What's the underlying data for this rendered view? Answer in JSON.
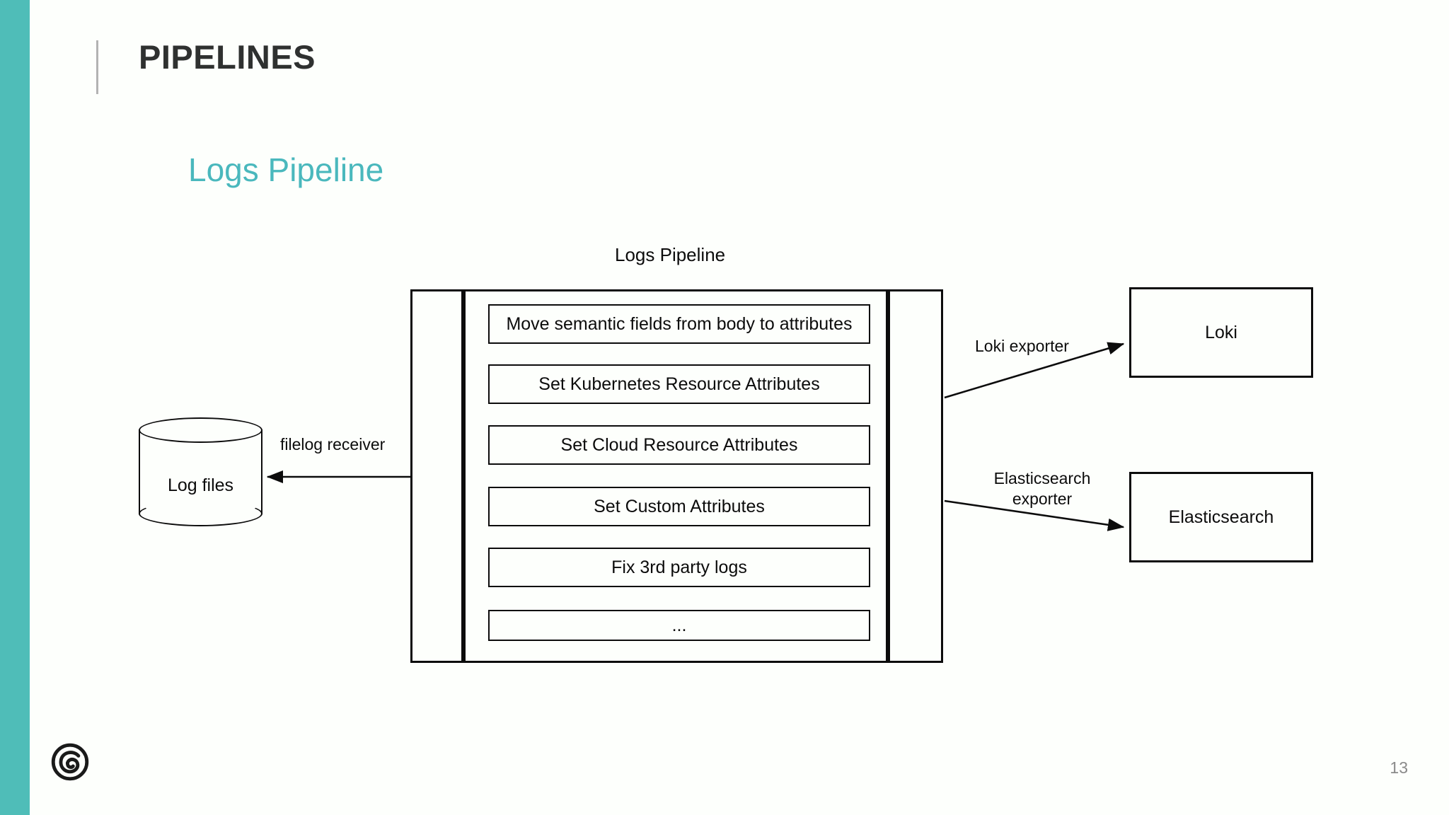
{
  "slide": {
    "title": "PIPELINES",
    "subtitle": "Logs Pipeline",
    "page_number": "13",
    "accent_color": "#4fbdb8",
    "subtitle_color": "#4ab8bd",
    "title_color": "#2f3130",
    "background_color": "#fdfffc",
    "logo_name": "spiral-logo"
  },
  "diagram": {
    "caption": "Logs Pipeline",
    "source": {
      "label": "Log files",
      "shape": "cylinder"
    },
    "receiver_edge": {
      "label": "filelog receiver",
      "direction": "right-to-left"
    },
    "pipeline": {
      "receiver_column_label": "",
      "exporter_column_label": "",
      "processors": [
        {
          "label": "Move semantic fields from body to attributes"
        },
        {
          "label": "Set Kubernetes Resource Attributes"
        },
        {
          "label": "Set Cloud Resource Attributes"
        },
        {
          "label": "Set Custom Attributes"
        },
        {
          "label": "Fix 3rd party logs"
        },
        {
          "label": "..."
        }
      ]
    },
    "exporter_edges": [
      {
        "label": "Loki exporter",
        "target": "Loki"
      },
      {
        "label": "Elasticsearch\nexporter",
        "label_line1": "Elasticsearch",
        "label_line2": "exporter",
        "target": "Elasticsearch"
      }
    ],
    "destinations": [
      {
        "label": "Loki"
      },
      {
        "label": "Elasticsearch"
      }
    ],
    "stroke_color": "#0c0c0c"
  }
}
